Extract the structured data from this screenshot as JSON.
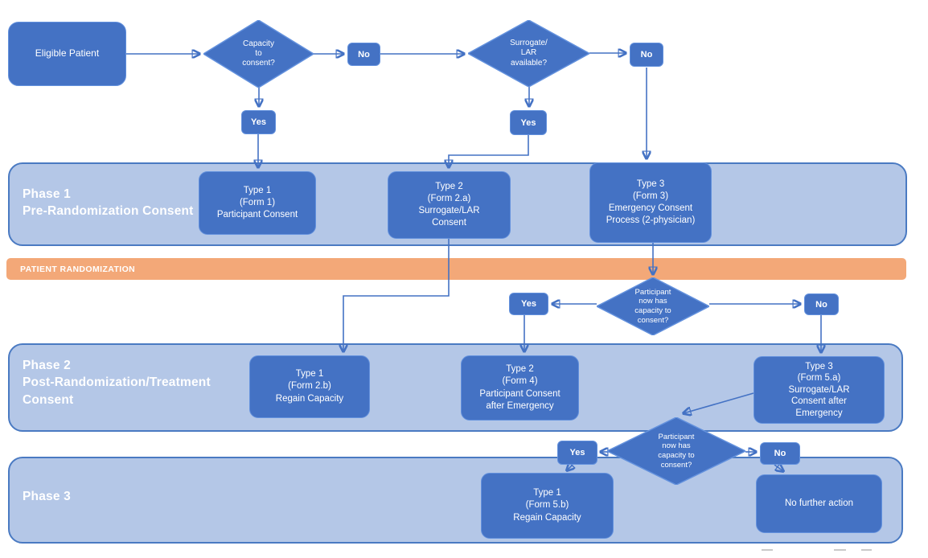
{
  "flow": {
    "start": {
      "label": "Eligible Patient"
    },
    "decisions": {
      "capacity": {
        "label": "Capacity\nto\nconsent?"
      },
      "surrogate": {
        "label": "Surrogate/\nLAR\navailable?"
      },
      "capacity_post_randomization": {
        "label": "Participant\nnow has\ncapacity to\nconsent?"
      },
      "capacity_phase3": {
        "label": "Participant\nnow has\ncapacity to\nconsent?"
      }
    },
    "branch_labels": {
      "yes": "Yes",
      "no": "No"
    },
    "randomization_banner": {
      "label": "PATIENT RANDOMIZATION"
    },
    "phases": [
      {
        "id": "phase1",
        "title": "Phase 1\nPre-Randomization Consent",
        "boxes": [
          {
            "label": "Type 1\n(Form 1)\nParticipant Consent"
          },
          {
            "label": "Type 2\n(Form 2.a)\nSurrogate/LAR\nConsent"
          },
          {
            "label": "Type 3\n(Form 3)\nEmergency Consent\nProcess (2-physician)"
          }
        ]
      },
      {
        "id": "phase2",
        "title": "Phase 2\nPost-Randomization/Treatment\nConsent",
        "boxes": [
          {
            "label": "Type 1\n(Form 2.b)\nRegain Capacity"
          },
          {
            "label": "Type 2\n(Form 4)\nParticipant Consent\nafter Emergency"
          },
          {
            "label": "Type 3\n(Form 5.a)\nSurrogate/LAR\nConsent after\nEmergency"
          }
        ]
      },
      {
        "id": "phase3",
        "title": "Phase 3",
        "boxes": [
          {
            "label": "Type 1\n(Form 5.b)\nRegain Capacity"
          },
          {
            "label": "No further action"
          }
        ]
      }
    ],
    "edges": [
      {
        "from": "Eligible Patient",
        "to": "Capacity to consent?"
      },
      {
        "from": "Capacity to consent?",
        "label": "No",
        "to": "Surrogate/LAR available?"
      },
      {
        "from": "Capacity to consent?",
        "label": "Yes",
        "to": "Type 1 (Form 1) Participant Consent"
      },
      {
        "from": "Surrogate/LAR available?",
        "label": "Yes",
        "to": "Type 2 (Form 2.a) Surrogate/LAR Consent"
      },
      {
        "from": "Surrogate/LAR available?",
        "label": "No",
        "to": "Type 3 (Form 3) Emergency Consent Process (2-physician)"
      },
      {
        "from": "Type 2 (Form 2.a) Surrogate/LAR Consent",
        "to": "Type 1 (Form 2.b) Regain Capacity"
      },
      {
        "from": "Type 3 (Form 3) Emergency Consent Process (2-physician)",
        "to": "Participant now has capacity to consent? (post-randomization)"
      },
      {
        "from": "Participant now has capacity to consent? (post-randomization)",
        "label": "Yes",
        "to": "Type 2 (Form 4) Participant Consent after Emergency"
      },
      {
        "from": "Participant now has capacity to consent? (post-randomization)",
        "label": "No",
        "to": "Type 3 (Form 5.a) Surrogate/LAR Consent after Emergency"
      },
      {
        "from": "Type 3 (Form 5.a) Surrogate/LAR Consent after Emergency",
        "to": "Participant now has capacity to consent? (phase 3)"
      },
      {
        "from": "Participant now has capacity to consent? (phase 3)",
        "label": "Yes",
        "to": "Type 1 (Form 5.b) Regain Capacity"
      },
      {
        "from": "Participant now has capacity to consent? (phase 3)",
        "label": "No",
        "to": "No further action"
      }
    ]
  },
  "colors": {
    "node_fill": "#4472C4",
    "node_border": "#6391DD",
    "band_fill": "#B4C7E7",
    "band_border": "#4A7AC2",
    "banner_fill": "#F3A878",
    "connector": "#4472C4",
    "text": "#FFFFFF"
  }
}
